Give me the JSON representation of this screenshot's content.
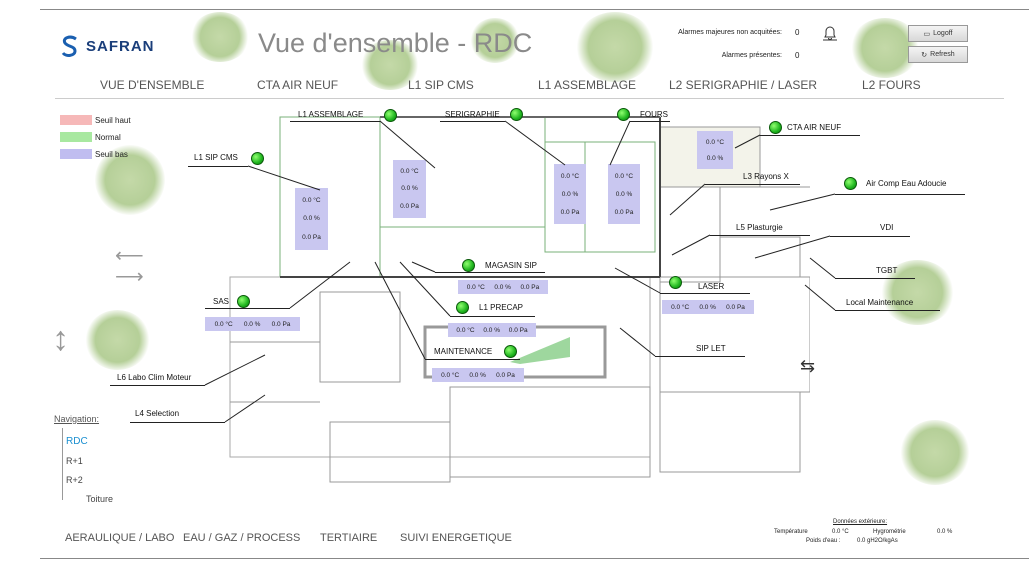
{
  "header": {
    "logo_text": "SAFRAN",
    "title": "Vue d'ensemble - RDC",
    "alarms_major_label": "Alarmes majeures non acquitées:",
    "alarms_major_value": "0",
    "alarms_present_label": "Alarmes présentes:",
    "alarms_present_value": "0",
    "logoff_label": "Logoff",
    "refresh_label": "Refresh"
  },
  "nav": {
    "items": [
      "VUE D'ENSEMBLE",
      "CTA AIR NEUF",
      "L1 SIP CMS",
      "L1 ASSEMBLAGE",
      "L2 SERIGRAPHIE / LASER",
      "L2 FOURS"
    ]
  },
  "legend": {
    "items": [
      {
        "label": "Seuil haut",
        "color": "#f6b8b8"
      },
      {
        "label": "Normal",
        "color": "#a8e8a0"
      },
      {
        "label": "Seuil bas",
        "color": "#c0bdf0"
      }
    ]
  },
  "zones": {
    "l1_assemblage": "L1 ASSEMBLAGE",
    "serigraphie": "SERIGRAPHIE",
    "fours": "FOURS",
    "cta_air_neuf": "CTA AIR NEUF",
    "l1_sip_cms": "L1 SIP CMS",
    "l3_rayons_x": "L3 Rayons X",
    "air_comp": "Air Comp Eau Adoucie",
    "l5_plasturgie": "L5 Plasturgie",
    "vdi": "VDI",
    "tgbt": "TGBT",
    "local_maintenance": "Local Maintenance",
    "magasin_sip": "MAGASIN SIP",
    "laser": "LASER",
    "sas": "SAS",
    "l1_precap": "L1 PRECAP",
    "maintenance": "MAINTENANCE",
    "sip_let": "SIP LET",
    "l6_labo": "L6 Labo Clim Moteur",
    "l4_selection": "L4 Selection"
  },
  "values": {
    "temp": "0.0 °C",
    "hum": "0.0 %",
    "press": "0.0 Pa"
  },
  "navigation": {
    "title": "Navigation:",
    "items": [
      "RDC",
      "R+1",
      "R+2",
      "Toiture"
    ],
    "active_color": "#1a8fd0"
  },
  "bottom_nav": {
    "items": [
      "AERAULIQUE / LABO",
      "EAU / GAZ / PROCESS",
      "TERTIAIRE",
      "SUIVI ENERGETIQUE"
    ]
  },
  "exterior": {
    "title": "Données extérieure:",
    "temp_label": "Température",
    "temp_value": "0.0 °C",
    "hygro_label": "Hygrométrie",
    "hygro_value": "0.0 %",
    "dew_label": "Poids d'eau :",
    "dew_value": "0.0 gH2O/kgAs"
  }
}
